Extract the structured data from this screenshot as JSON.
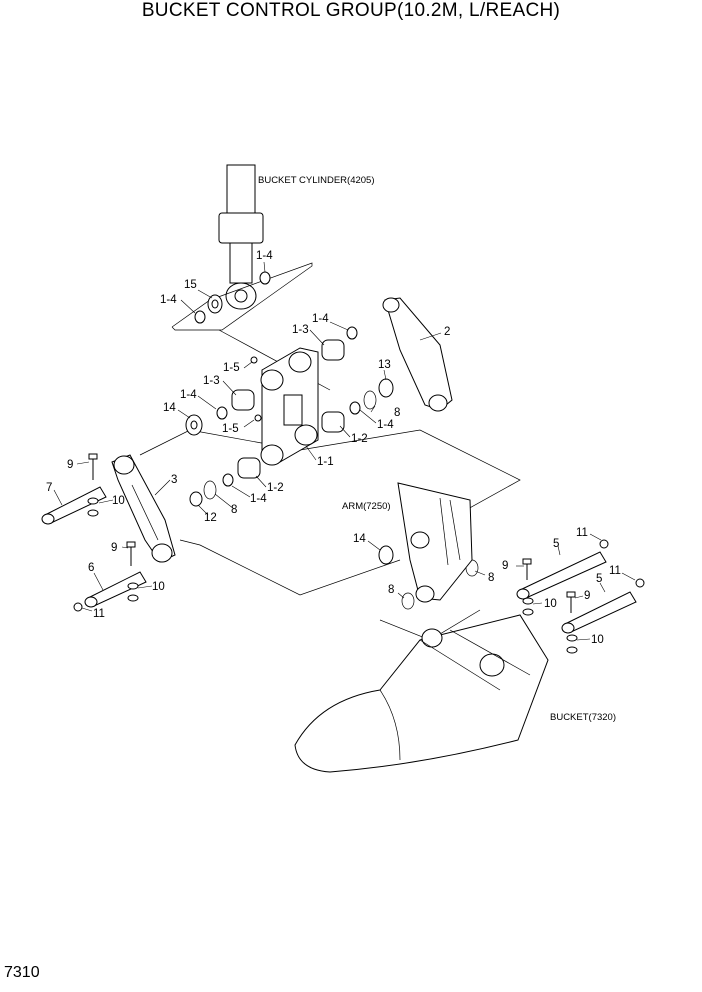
{
  "title": "BUCKET CONTROL GROUP(10.2M, L/REACH)",
  "page_number": "7310",
  "references": {
    "cylinder": "BUCKET CYLINDER(4205)",
    "arm": "ARM(7250)",
    "bucket": "BUCKET(7320)"
  },
  "callouts": {
    "c_1_4_top": "1-4",
    "c_15": "15",
    "c_1_4_left": "1-4",
    "c_1_4_mid": "1-4",
    "c_1_3_a": "1-3",
    "c_2": "2",
    "c_1_5_a": "1-5",
    "c_1_3_b": "1-3",
    "c_13": "13",
    "c_1_4_b": "1-4",
    "c_14_a": "14",
    "c_8_a": "8",
    "c_1_4_c": "1-4",
    "c_1_5_b": "1-5",
    "c_1_2_a": "1-2",
    "c_1_1": "1-1",
    "c_9_a": "9",
    "c_3": "3",
    "c_7": "7",
    "c_10_a": "10",
    "c_1_2_b": "1-2",
    "c_1_4_d": "1-4",
    "c_8_b": "8",
    "c_12": "12",
    "c_9_b": "9",
    "c_6": "6",
    "c_10_b": "10",
    "c_11_a": "11",
    "c_14_b": "14",
    "c_8_c": "8",
    "c_11_b": "11",
    "c_5_a": "5",
    "c_9_c": "9",
    "c_8_d": "8",
    "c_10_c": "10",
    "c_5_b": "5",
    "c_11_c": "11",
    "c_9_d": "9",
    "c_10_d": "10"
  }
}
